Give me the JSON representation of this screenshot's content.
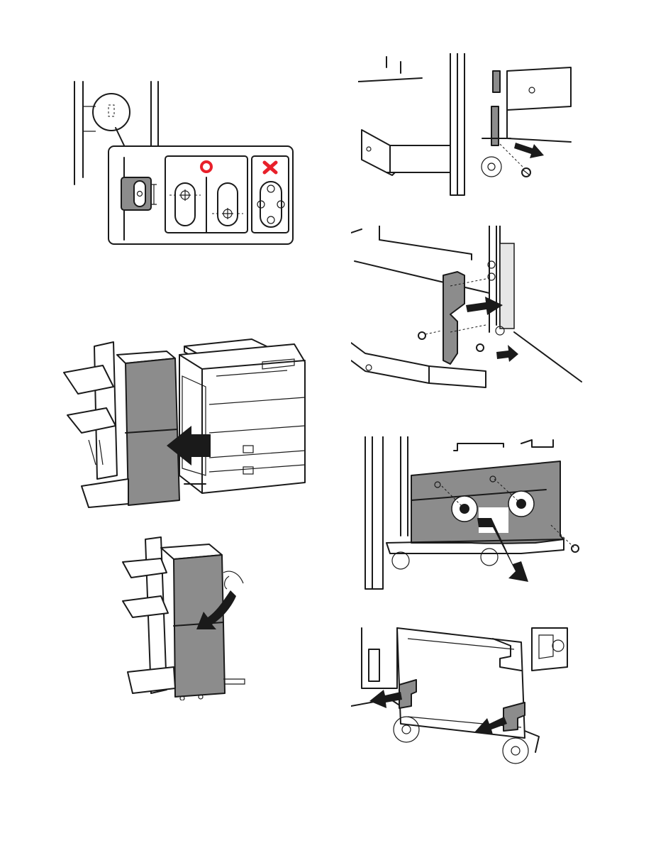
{
  "page": {
    "background": "#ffffff"
  },
  "colors": {
    "line": "#1a1a1a",
    "panel_gray": "#8c8c8c",
    "ok_mark": "#e8202a",
    "ng_mark": "#e8202a"
  },
  "figures": [
    {
      "id": "slot-alignment-detail",
      "icons": [
        "correct-mark-icon",
        "wrong-mark-icon"
      ]
    },
    {
      "id": "remove-rear-screw",
      "icons": [
        "pull-arrow-icon",
        "screw-icon"
      ]
    },
    {
      "id": "detach-finisher",
      "icons": [
        "push-arrow-icon"
      ]
    },
    {
      "id": "remove-side-bracket",
      "icons": [
        "pull-arrow-icon",
        "screw-icon"
      ]
    },
    {
      "id": "open-front-door",
      "icons": [
        "rotate-arrow-icon"
      ]
    },
    {
      "id": "remove-lower-cover",
      "icons": [
        "pull-arrow-icon",
        "screw-icon"
      ]
    },
    {
      "id": "remove-caster-brackets",
      "icons": [
        "pull-arrow-icon"
      ]
    }
  ]
}
